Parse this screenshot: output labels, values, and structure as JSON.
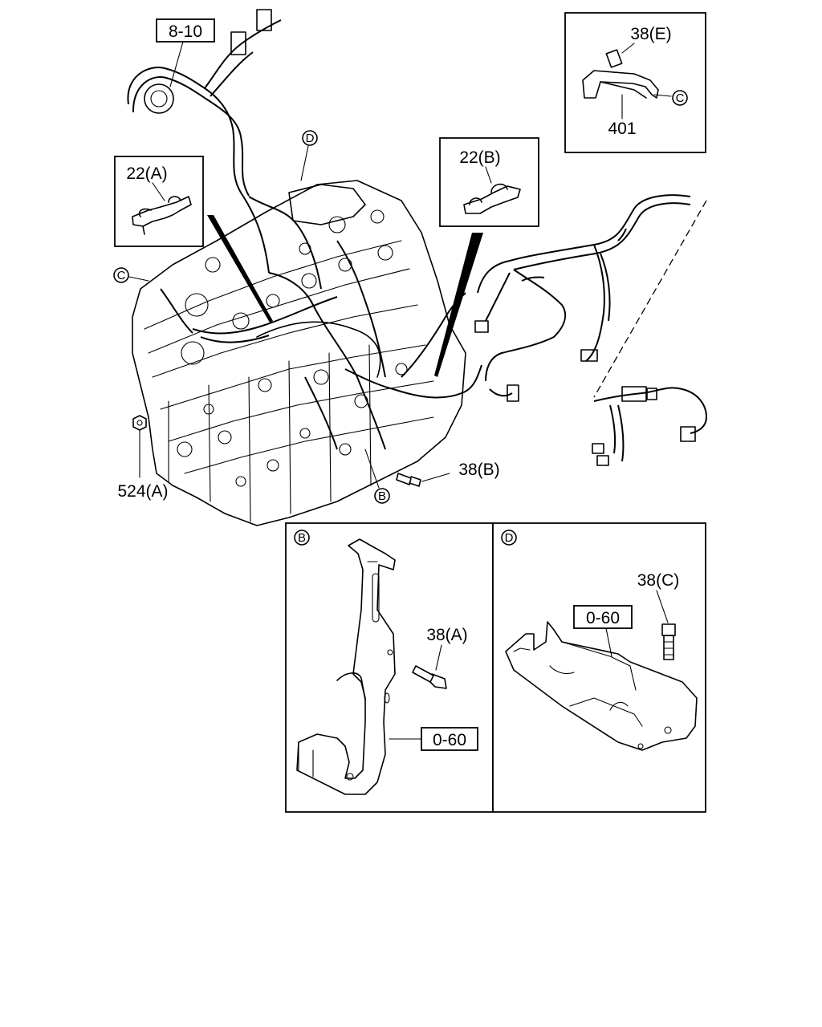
{
  "labels": {
    "ref_8_10": "8-10",
    "clip_22a": "22(A)",
    "clip_22b": "22(B)",
    "bolt_38e": "38(E)",
    "bracket_401": "401",
    "marker_c": "C",
    "marker_d": "D",
    "marker_b": "B",
    "nut_524a": "524(A)",
    "bolt_38b": "38(B)",
    "bolt_38a": "38(A)",
    "bolt_38c": "38(C)",
    "ref_0_60_b": "0-60",
    "ref_0_60_d": "0-60"
  },
  "panels": {
    "detail_b_marker": "B",
    "detail_d_marker": "D",
    "detail_c_marker": "C"
  }
}
